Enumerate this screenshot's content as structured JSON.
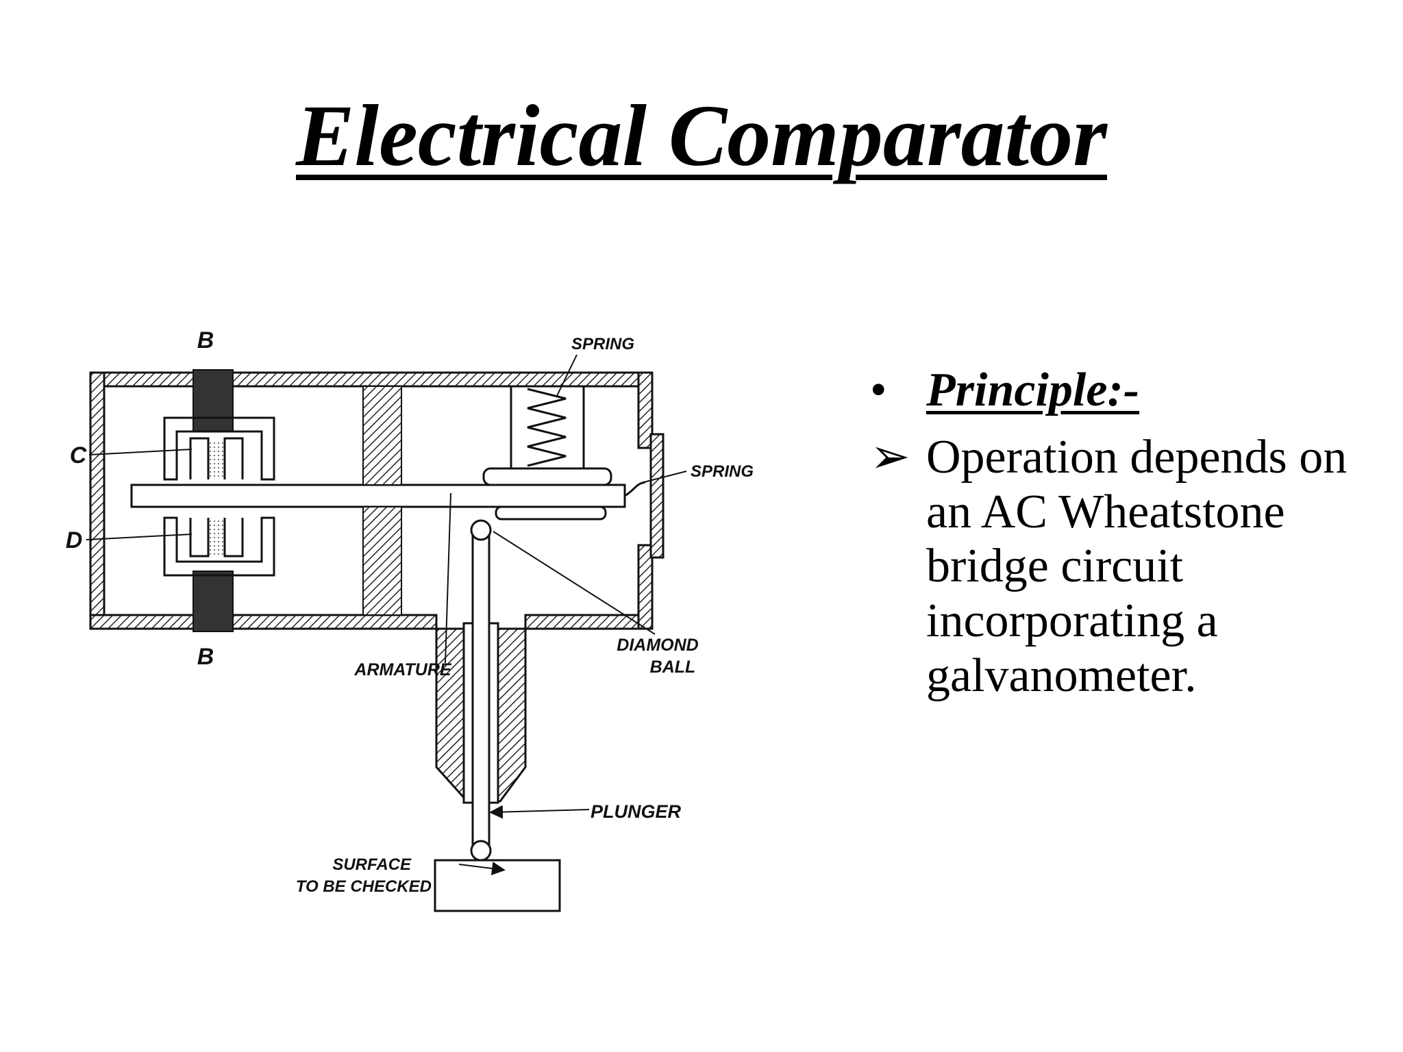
{
  "slide": {
    "title": "Electrical Comparator"
  },
  "diagram": {
    "labels": {
      "b_top": "B",
      "b_bottom": "B",
      "c": "C",
      "d": "D",
      "spring_top": "SPRING",
      "spring_side": "SPRING",
      "armature": "ARMATURE",
      "diamond_line1": "DIAMOND",
      "diamond_line2": "BALL",
      "plunger": "PLUNGER",
      "surface_line1": "SURFACE",
      "surface_line2": "TO BE CHECKED"
    }
  },
  "bullets": {
    "principle_marker": "•",
    "principle": "Principle:-",
    "operation_marker": "➢",
    "operation": "Operation depends on an AC Wheatstone bridge circuit incorporating a galvanometer."
  }
}
